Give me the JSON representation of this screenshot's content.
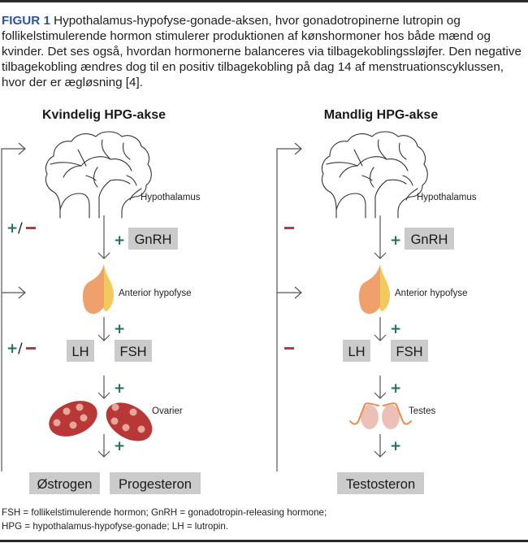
{
  "caption": {
    "figure_label": "FIGUR 1",
    "text": " Hypothalamus-hypofyse-gonade-aksen, hvor gonadotropinerne lutropin og follikelstimulerende hormon stimulerer produktionen af kønshormoner hos både mænd og kvinder. Det ses også, hvordan hormonerne balanceres via tilbagekoblingssløjfer. Den negative tilbagekobling ændres dog til en positiv tilbagekobling på dag 14 af menstruationscyklussen, hvor der er ægløsning [4]."
  },
  "colors": {
    "figure_label": "#2a5599",
    "plus": "#1f6e5c",
    "minus": "#b5393d",
    "hormone_box": "#cbcbcb",
    "hypofyse_left": "#f0a06a",
    "hypofyse_right": "#f2c95c",
    "ovary": "#b83838",
    "ovary_follicle": "#e6a79a",
    "testis": "#ecc0b6",
    "testis_outline": "#ec8a4a"
  },
  "female": {
    "title": "Kvindelig HPG-akse",
    "feedback": [
      {
        "plus": "+",
        "slash": "/",
        "minus": "–"
      },
      {
        "plus": "+",
        "slash": "/",
        "minus": "–"
      }
    ],
    "hypothalamus_label": "Hypothalamus",
    "gnrh_sign": "+",
    "gnrh_label": "GnRH",
    "hypofyse_label": "Anterior hypofyse",
    "gonadotropin_sign": "+",
    "lh_label": "LH",
    "fsh_label": "FSH",
    "gonad_in_sign": "+",
    "gonad_label": "Ovarier",
    "gonad_out_sign": "+",
    "hormones": [
      "Østrogen",
      "Progesteron"
    ]
  },
  "male": {
    "title": "Mandlig HPG-akse",
    "feedback": [
      {
        "minus": "–"
      },
      {
        "minus": "–"
      }
    ],
    "hypothalamus_label": "Hypothalamus",
    "gnrh_sign": "+",
    "gnrh_label": "GnRH",
    "hypofyse_label": "Anterior hypofyse",
    "gonadotropin_sign": "+",
    "lh_label": "LH",
    "fsh_label": "FSH",
    "gonad_in_sign": "+",
    "gonad_label": "Testes",
    "gonad_out_sign": "+",
    "hormones": [
      "Testosteron"
    ]
  },
  "footnote": {
    "line1": "FSH = follikelstimulerende hormon; GnRH = gonadotropin-releasing hormone;",
    "line2": "HPG = hypothalamus-hypofyse-gonade; LH = lutropin."
  }
}
